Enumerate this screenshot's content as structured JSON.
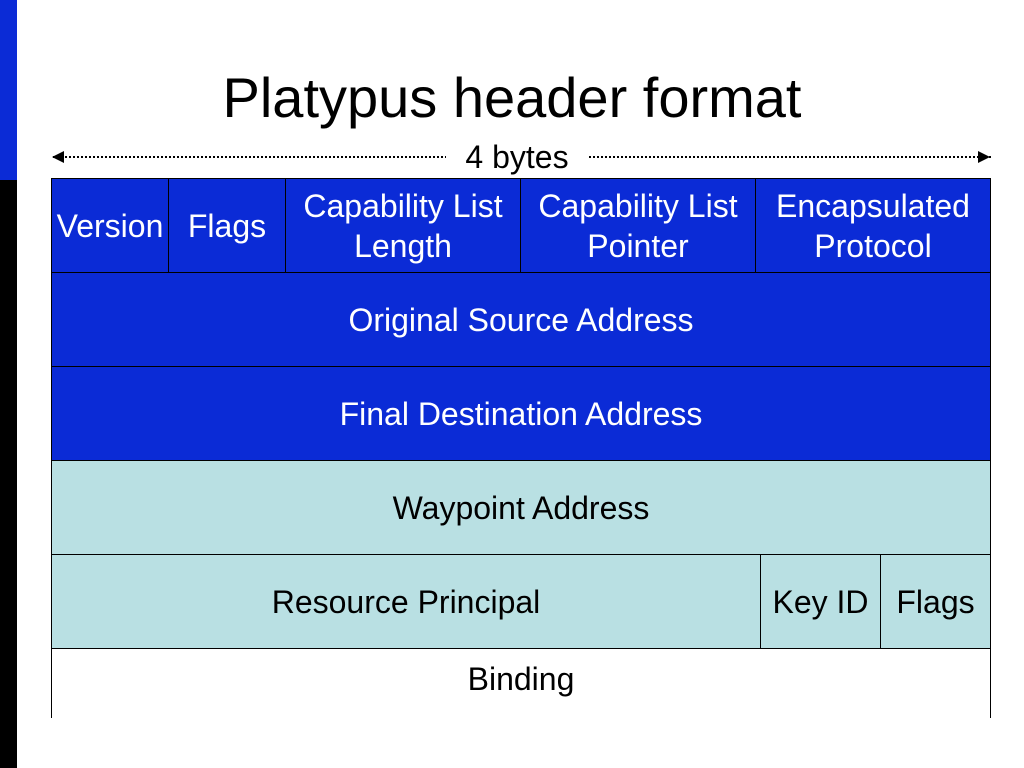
{
  "title": "Platypus header format",
  "width_label": "4 bytes",
  "colors": {
    "accent": "#0b2bd6",
    "light_fill": "#b9e0e3"
  },
  "rows": {
    "row1": {
      "version": "Version",
      "flags": "Flags",
      "capability_list_length": [
        "Capability List",
        "Length"
      ],
      "capability_list_pointer": [
        "Capability List",
        "Pointer"
      ],
      "encapsulated_protocol": [
        "Encapsulated",
        "Protocol"
      ]
    },
    "row2": {
      "original_source_address": "Original Source Address"
    },
    "row3": {
      "final_destination_address": "Final Destination Address"
    },
    "row4": {
      "waypoint_address": "Waypoint Address"
    },
    "row5": {
      "resource_principal": "Resource Principal",
      "key_id": "Key ID",
      "flags": "Flags"
    },
    "row6": {
      "binding": "Binding"
    }
  }
}
